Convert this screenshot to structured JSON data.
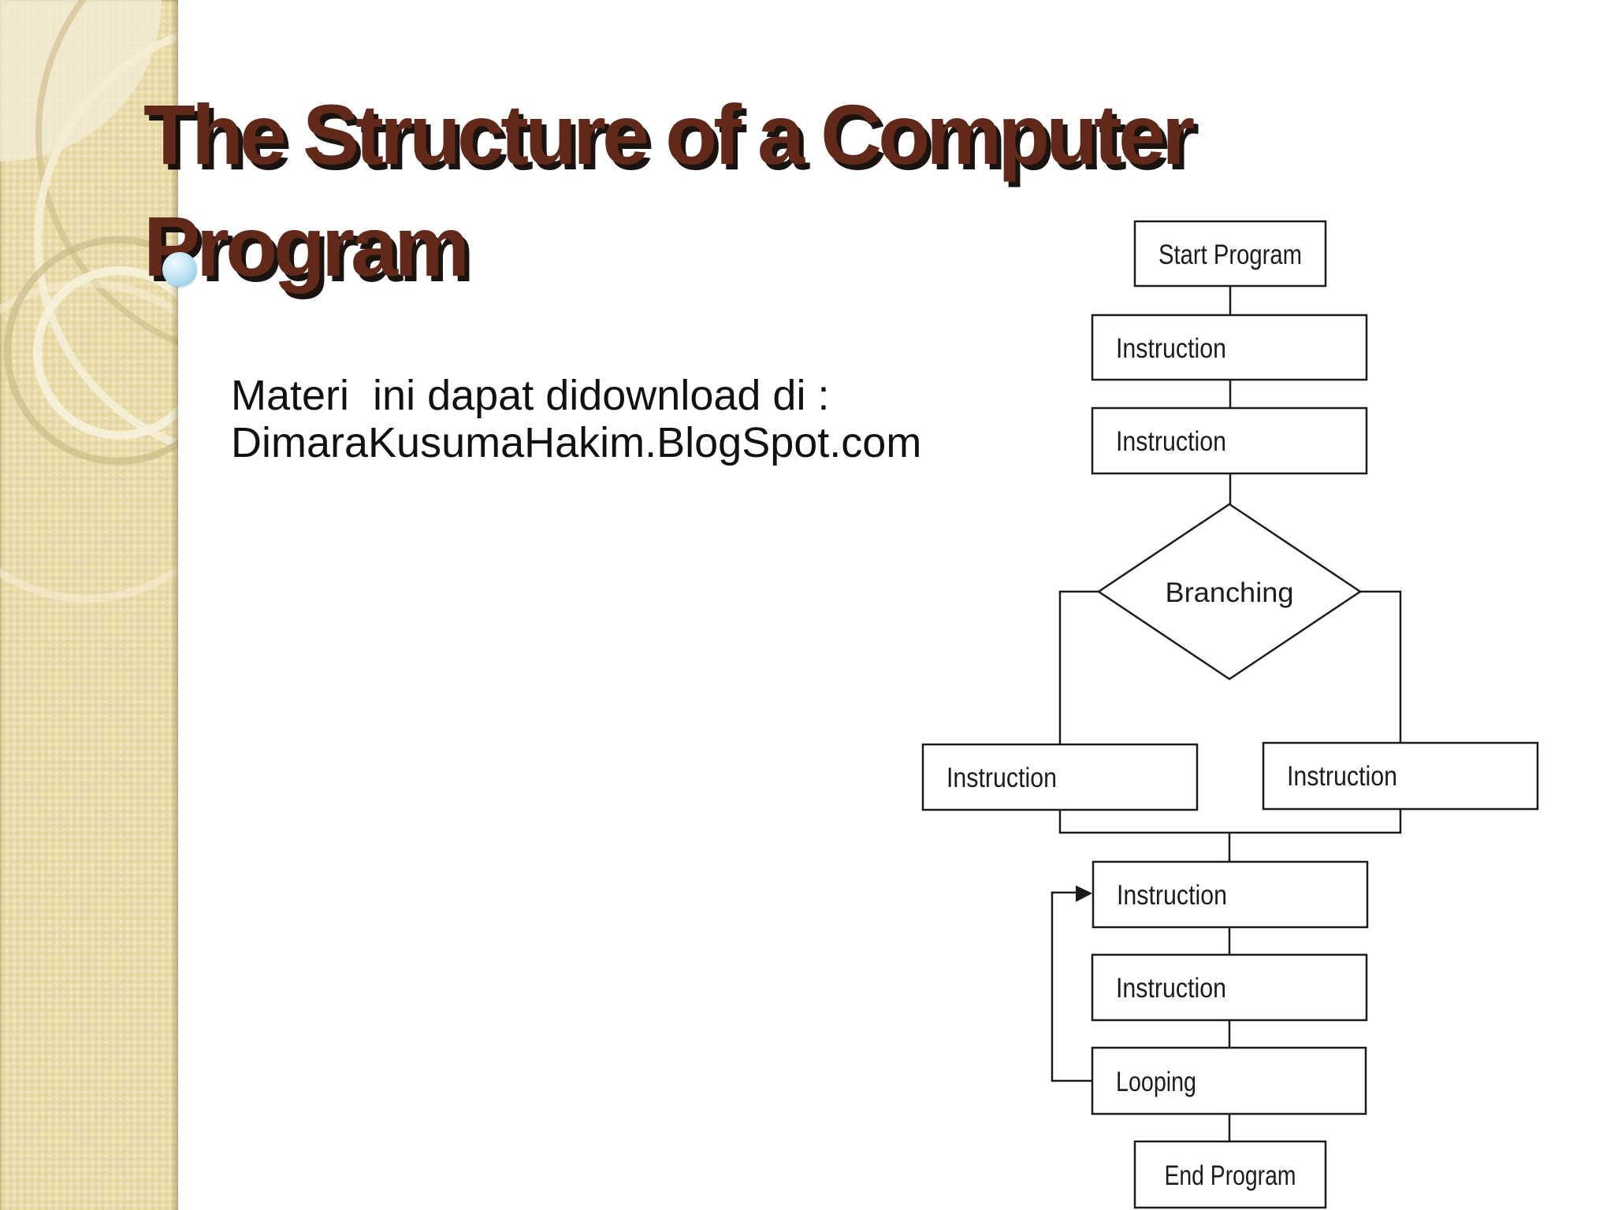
{
  "slide": {
    "title": {
      "line1": "The Structure of a Computer",
      "line2": "Program"
    },
    "subtitle": {
      "line1": "Materi  ini dapat didownload di :",
      "line2": "DimaraKusumaHakim.BlogSpot.com"
    },
    "theme": {
      "sidebar_color": "#e9dcab",
      "title_color": "#60291a",
      "title_shadow_color": "#0e0603",
      "sphere_color": "#a8d7ec",
      "diagram_line_color": "#1b1b1b",
      "background_color": "#ffffff"
    }
  },
  "flowchart": {
    "nodes": [
      {
        "id": "start",
        "shape": "rectangle",
        "label": "Start Program"
      },
      {
        "id": "instruction-1",
        "shape": "rectangle",
        "label": "Instruction"
      },
      {
        "id": "instruction-2",
        "shape": "rectangle",
        "label": "Instruction"
      },
      {
        "id": "branching",
        "shape": "diamond",
        "label": "Branching"
      },
      {
        "id": "instruction-branch-left",
        "shape": "rectangle",
        "label": "Instruction"
      },
      {
        "id": "instruction-branch-right",
        "shape": "rectangle",
        "label": "Instruction"
      },
      {
        "id": "instruction-3",
        "shape": "rectangle",
        "label": "Instruction"
      },
      {
        "id": "instruction-4",
        "shape": "rectangle",
        "label": "Instruction"
      },
      {
        "id": "looping",
        "shape": "rectangle",
        "label": "Looping"
      },
      {
        "id": "end",
        "shape": "rectangle",
        "label": "End Program"
      }
    ],
    "edges": [
      {
        "from": "start",
        "to": "instruction-1"
      },
      {
        "from": "instruction-1",
        "to": "instruction-2"
      },
      {
        "from": "instruction-2",
        "to": "branching"
      },
      {
        "from": "branching",
        "to": "instruction-branch-left"
      },
      {
        "from": "branching",
        "to": "instruction-branch-right"
      },
      {
        "from": "instruction-branch-left",
        "to": "instruction-3"
      },
      {
        "from": "instruction-branch-right",
        "to": "instruction-3"
      },
      {
        "from": "instruction-3",
        "to": "instruction-4"
      },
      {
        "from": "instruction-4",
        "to": "looping"
      },
      {
        "from": "looping",
        "to": "end"
      },
      {
        "from": "looping",
        "to": "instruction-3",
        "type": "loop-back-arrow"
      }
    ]
  }
}
